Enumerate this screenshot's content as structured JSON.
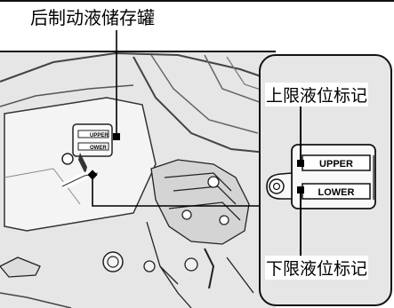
{
  "title": "后制动液储存罐",
  "callouts": {
    "upper_level": "上限液位标记",
    "lower_level": "下限液位标记"
  },
  "reservoir_marks": {
    "upper": "UPPER",
    "lower": "LOWER",
    "small_upper": "UPPER",
    "small_lower": "OWER"
  },
  "colors": {
    "panel_fill": "#e6e6e6",
    "line": "#111111",
    "background": "#ffffff"
  }
}
